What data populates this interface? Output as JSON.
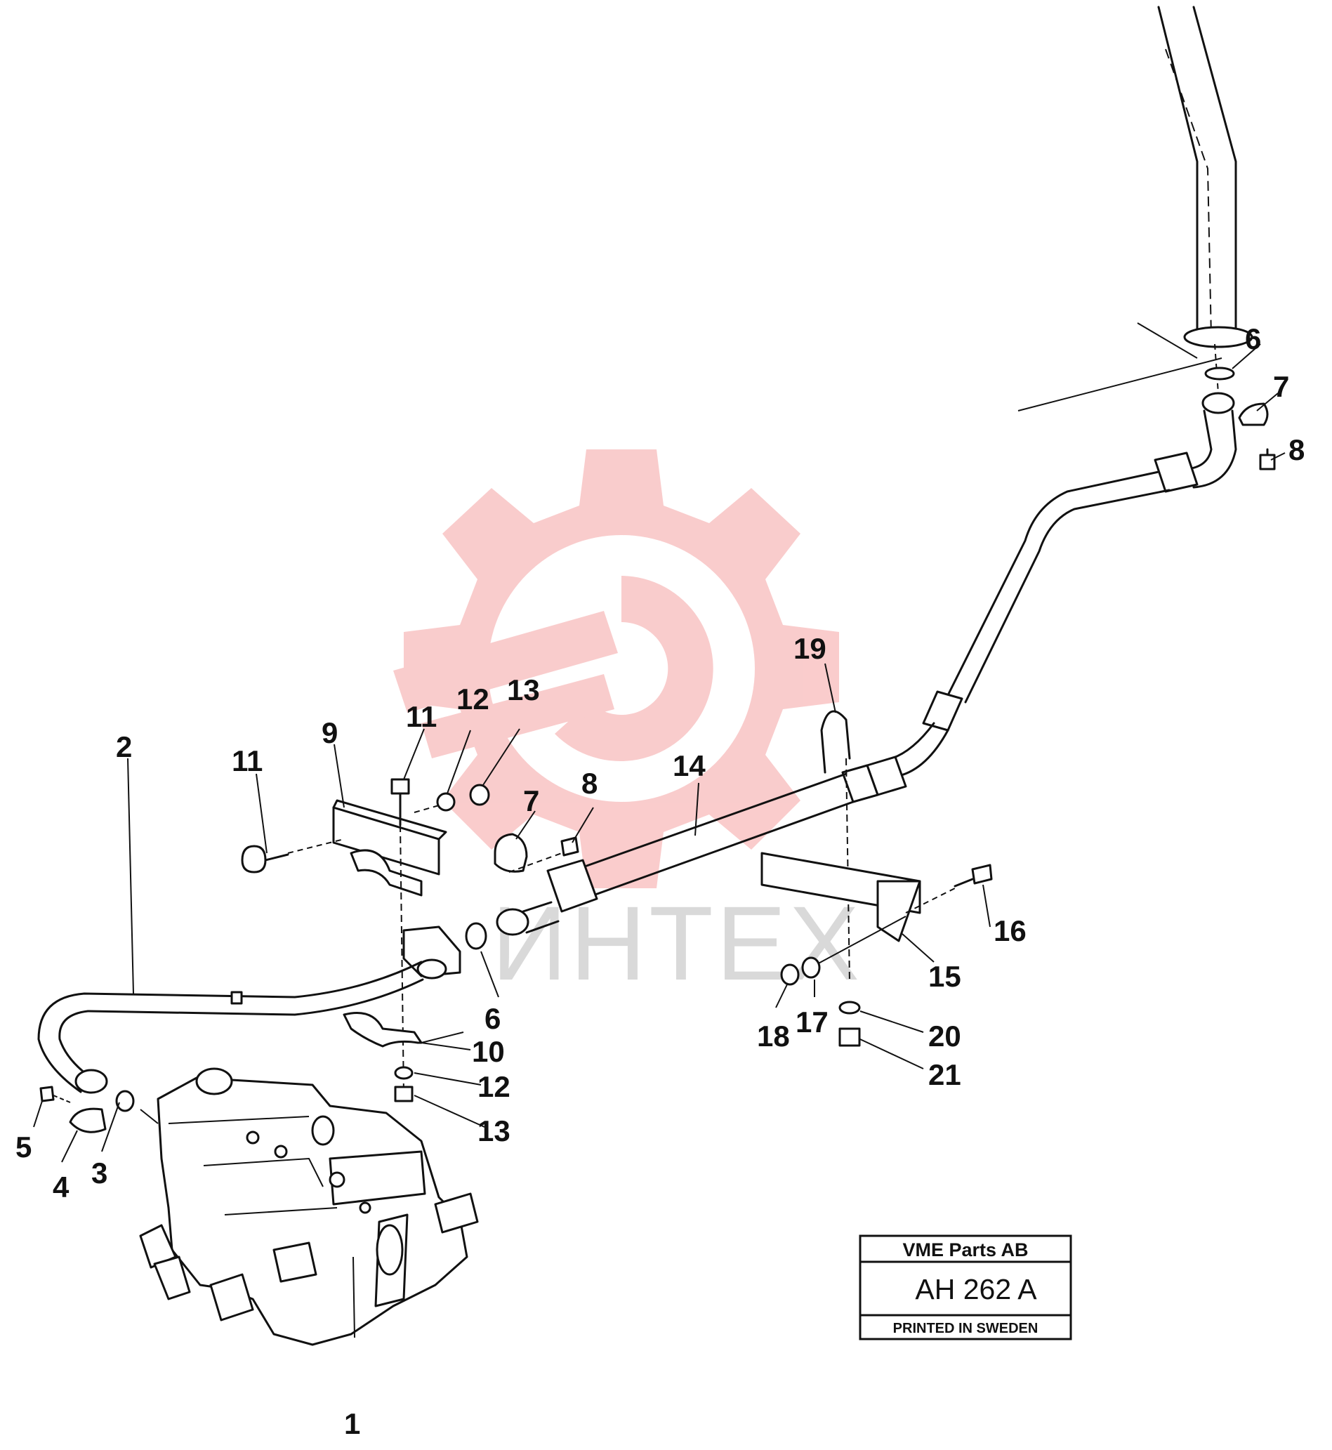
{
  "title_block": {
    "company": "VME Parts AB",
    "code": "AH 262 A",
    "printed": "PRINTED IN SWEDEN"
  },
  "watermark": {
    "text": "ИНТЕХ",
    "color": "#f08a8a"
  },
  "callouts": {
    "c1": "1",
    "c2": "2",
    "c3": "3",
    "c4": "4",
    "c5": "5",
    "c6a": "6",
    "c6b": "6",
    "c7a": "7",
    "c7b": "7",
    "c8a": "8",
    "c8b": "8",
    "c9": "9",
    "c10": "10",
    "c11a": "11",
    "c11b": "11",
    "c12a": "12",
    "c12b": "12",
    "c13a": "13",
    "c13b": "13",
    "c14": "14",
    "c15": "15",
    "c16": "16",
    "c17": "17",
    "c18": "18",
    "c19": "19",
    "c20": "20",
    "c21": "21"
  }
}
